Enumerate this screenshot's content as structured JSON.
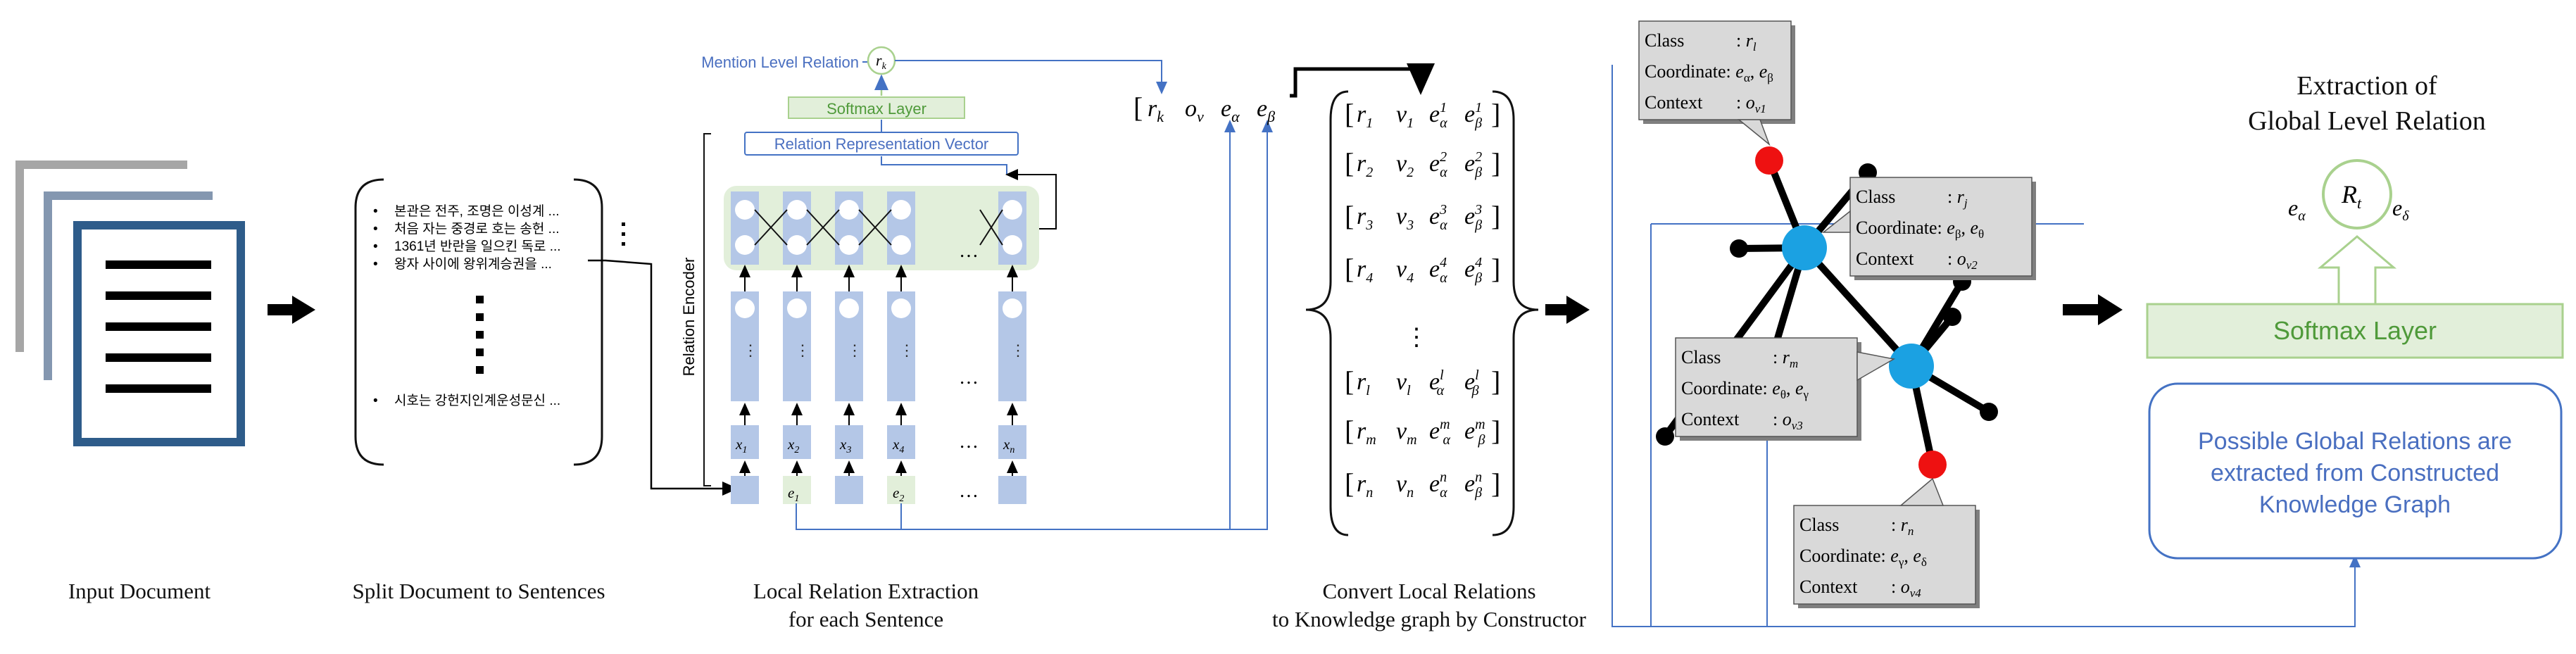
{
  "captions": {
    "input": "Input Document",
    "split": "Split Document to Sentences",
    "local_line1": "Local Relation Extraction",
    "local_line2": "for each Sentence",
    "convert_line1": "Convert Local Relations",
    "convert_line2": "to Knowledge graph by Constructor",
    "global_line1": "Extraction of",
    "global_line2": "Global Level Relation"
  },
  "sentences": [
    "본관은 전주, 조명은 이성계 ...",
    "처음 자는 중경로 호는 송헌 ...",
    "1361년 반란을 일으킨 독로 ...",
    "왕자 사이에 왕위계승권을 ...",
    "시호는 강헌지인계운성문신 ..."
  ],
  "encoder": {
    "mention_label": "Mention Level Relation",
    "mention_node": "r",
    "mention_node_sub": "k",
    "softmax_label": "Softmax Layer",
    "rep_vector_label": "Relation Representation Vector",
    "relation_encoder_label": "Relation Encoder",
    "vdots": "⋮",
    "hdots": "…",
    "inputs": [
      "x",
      "x",
      "x",
      "x",
      "x"
    ],
    "input_subs": [
      "1",
      "2",
      "3",
      "4",
      "n"
    ],
    "entities": [
      "e",
      "e"
    ],
    "entity_subs": [
      "1",
      "2"
    ]
  },
  "output_tuple": {
    "items": [
      "r",
      "o",
      "e",
      "e"
    ],
    "subs": [
      "k",
      "v",
      "α",
      "β"
    ]
  },
  "tuples": [
    {
      "r": "1",
      "v": "1",
      "a": "1",
      "b": "1"
    },
    {
      "r": "2",
      "v": "2",
      "a": "2",
      "b": "2"
    },
    {
      "r": "3",
      "v": "3",
      "a": "3",
      "b": "3"
    },
    {
      "r": "4",
      "v": "4",
      "a": "4",
      "b": "4"
    },
    {
      "r": "l",
      "v": "l",
      "a": "l",
      "b": "l"
    },
    {
      "r": "m",
      "v": "m",
      "a": "m",
      "b": "m"
    },
    {
      "r": "n",
      "v": "n",
      "a": "n",
      "b": "n"
    }
  ],
  "graph_boxes": [
    {
      "class": "r",
      "class_sub": "l",
      "coord": "e",
      "coord_sub1": "α",
      "coord_sub2": "β",
      "context": "o",
      "context_sub": "v1"
    },
    {
      "class": "r",
      "class_sub": "j",
      "coord": "e",
      "coord_sub1": "β",
      "coord_sub2": "θ",
      "context": "o",
      "context_sub": "v2"
    },
    {
      "class": "r",
      "class_sub": "m",
      "coord": "e",
      "coord_sub1": "θ",
      "coord_sub2": "γ",
      "context": "o",
      "context_sub": "v3"
    },
    {
      "class": "r",
      "class_sub": "n",
      "coord": "e",
      "coord_sub1": "γ",
      "coord_sub2": "δ",
      "context": "o",
      "context_sub": "v4"
    }
  ],
  "graph_labels": {
    "class": "Class",
    "coordinate": "Coordinate:",
    "context": "Context",
    "colon": ":"
  },
  "global": {
    "left_entity": "e",
    "left_sub": "α",
    "right_entity": "e",
    "right_sub": "δ",
    "node": "R",
    "node_sub": "t",
    "softmax_label": "Softmax Layer",
    "desc_lines": [
      "Possible Global Relations are",
      "extracted from Constructed",
      "Knowledge Graph"
    ]
  },
  "colors": {
    "doc_blue": "#2e5c8a",
    "encoder_blue": "#b4c7e7",
    "green_fill": "#e2efda",
    "green_stroke": "#a9d18e",
    "text_blue": "#4472c4",
    "node_blue": "#1ba1e2",
    "node_red": "#ee1111",
    "box_gray": "#d9d9d9"
  }
}
